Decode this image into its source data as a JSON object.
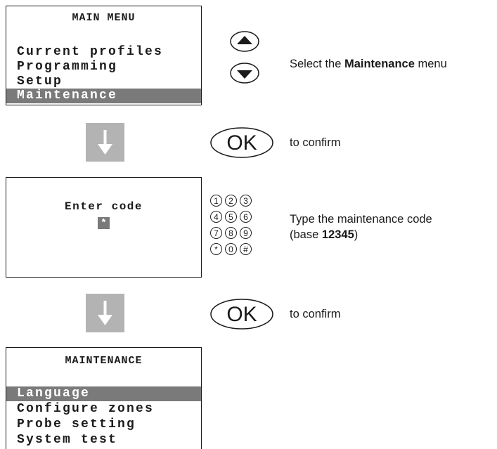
{
  "main_menu": {
    "title": "MAIN MENU",
    "items": [
      "Current profiles",
      "Programming",
      "Setup",
      "Maintenance"
    ]
  },
  "step1": {
    "text_prefix": "Select the ",
    "text_bold": "Maintenance",
    "text_suffix": " menu",
    "up_icon": "up-arrow-button-icon",
    "down_icon": "down-arrow-button-icon"
  },
  "ok_button": {
    "label": "OK"
  },
  "confirm_text_1": "to confirm",
  "code_screen": {
    "title": "Enter code",
    "cursor": "*"
  },
  "keypad": {
    "keys": [
      "1",
      "2",
      "3",
      "4",
      "5",
      "6",
      "7",
      "8",
      "9",
      "*",
      "0",
      "#"
    ]
  },
  "step3": {
    "line1": "Type the maintenance code",
    "line2_prefix": "(base ",
    "line2_bold": "12345",
    "line2_suffix": ")"
  },
  "confirm_text_2": "to confirm",
  "maintenance_menu": {
    "title": "MAINTENANCE",
    "items": [
      "Language",
      "Configure zones",
      "Probe setting",
      "System test"
    ]
  },
  "colors": {
    "selection": "#7a7a7a",
    "arrow_box": "#b3b3b3",
    "text": "#1a1a1a"
  }
}
